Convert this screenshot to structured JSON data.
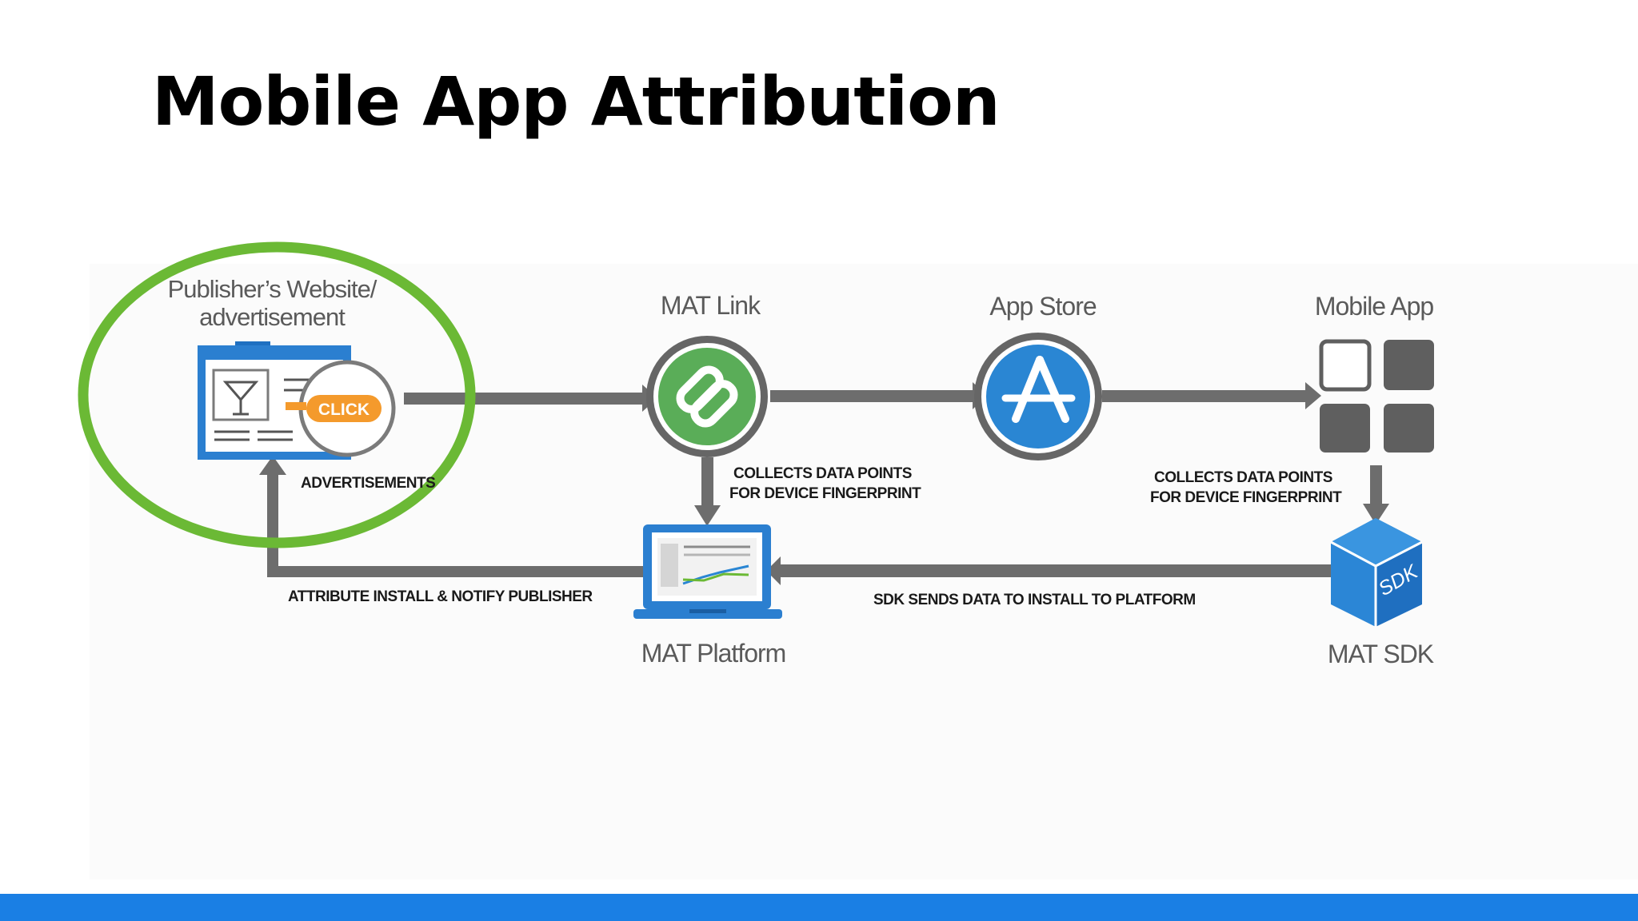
{
  "title": "Mobile App Attribution",
  "nodes": {
    "publisher": "Publisher’s Website/",
    "publisher_line2": "advertisement",
    "click": "CLICK",
    "advertisements": "ADVERTISEMENTS",
    "mat_link": "MAT Link",
    "app_store": "App Store",
    "mobile_app": "Mobile App",
    "mat_platform": "MAT Platform",
    "mat_sdk": "MAT SDK",
    "sdk_badge": "SDK"
  },
  "notes": {
    "collects1_line1": "COLLECTS DATA POINTS",
    "collects1_line2": "FOR DEVICE FINGERPRINT",
    "collects2_line1": "COLLECTS DATA POINTS",
    "collects2_line2": "FOR DEVICE FINGERPRINT",
    "sdk_sends": "SDK SENDS DATA TO INSTALL TO PLATFORM",
    "attribute": "ATTRIBUTE INSTALL & NOTIFY PUBLISHER"
  },
  "colors": {
    "arrow": "#6d6d6d",
    "highlight": "#6bb935",
    "link_green": "#5aad58",
    "store_blue": "#2a86d3",
    "device_blue": "#2b7fd0",
    "click_orange": "#f49a2c",
    "accent_bar": "#1a7fe4"
  }
}
